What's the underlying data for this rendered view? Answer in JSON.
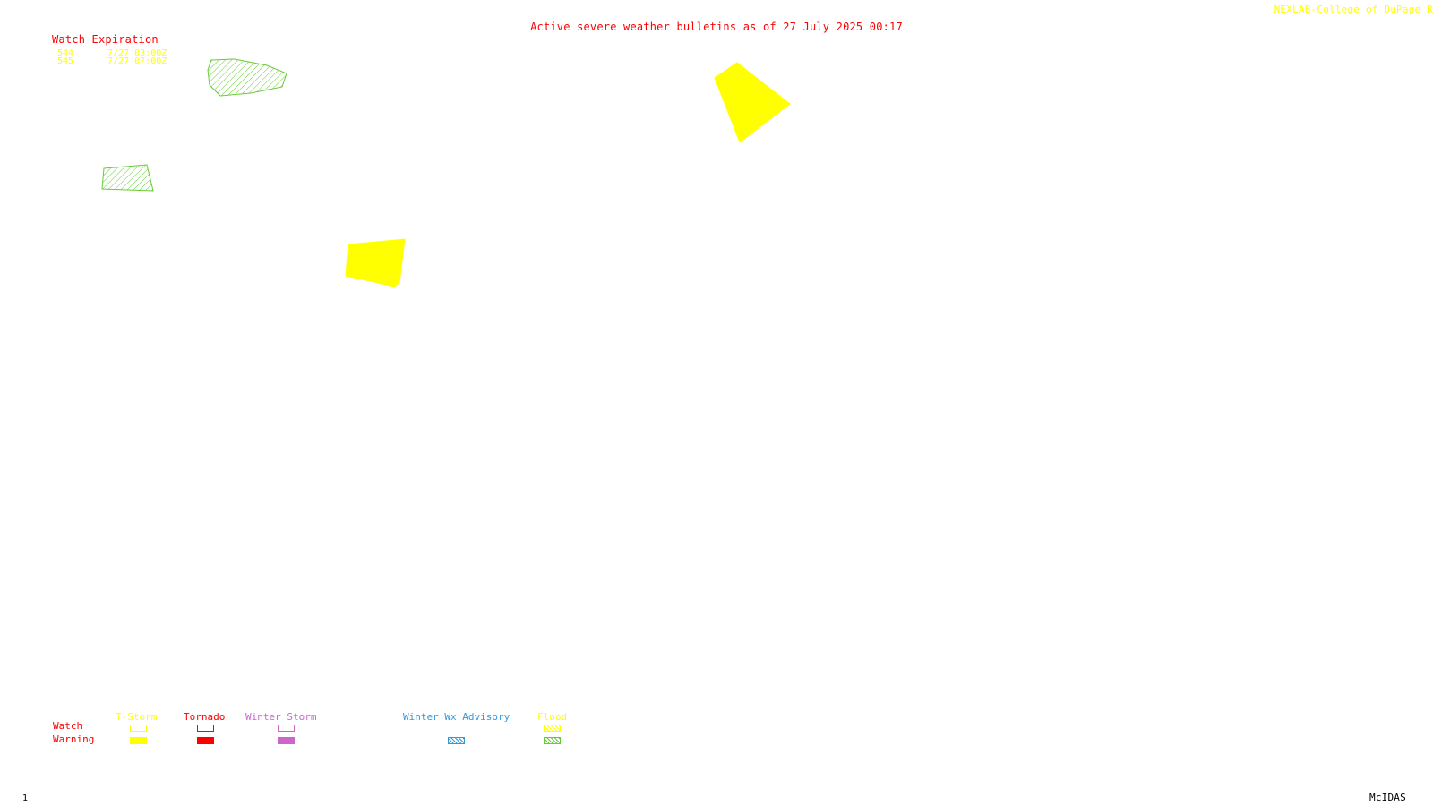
{
  "header": {
    "title": "Active severe weather bulletins as of 27 July 2025 00:17",
    "credit": "NEXLAB-College of DuPage R"
  },
  "watch_list": {
    "heading": "Watch Expiration",
    "rows": [
      {
        "number": "544",
        "expires": "7/27 03:00Z"
      },
      {
        "number": "545",
        "expires": "7/27 07:00Z"
      }
    ]
  },
  "map": {
    "polygons": [
      {
        "type": "flood-warning",
        "color": "#66cc33",
        "fill": "hatched"
      },
      {
        "type": "flood-warning",
        "color": "#66cc33",
        "fill": "hatched"
      },
      {
        "type": "tstorm-warning",
        "color": "#ffff00",
        "fill": "solid"
      },
      {
        "type": "tstorm-warning",
        "color": "#ffff00",
        "fill": "solid"
      }
    ]
  },
  "legend": {
    "row_labels": {
      "watch": "Watch",
      "warning": "Warning"
    },
    "categories": [
      {
        "label": "T-Storm",
        "color": "#ffff00",
        "warning_fill": "solid"
      },
      {
        "label": "Tornado",
        "color": "#ff0000",
        "warning_fill": "solid"
      },
      {
        "label": "Winter Storm",
        "color": "#cc66cc",
        "warning_fill": "solid"
      },
      {
        "label": "Winter Wx Advisory",
        "color": "#3399dd",
        "warning_fill": "hatched"
      },
      {
        "label": "Flood",
        "color": "#ffff00",
        "warning_fill": "hatched",
        "warning_color": "#66cc33"
      }
    ]
  },
  "footer": {
    "frame_number": "1",
    "software": "McIDAS"
  }
}
